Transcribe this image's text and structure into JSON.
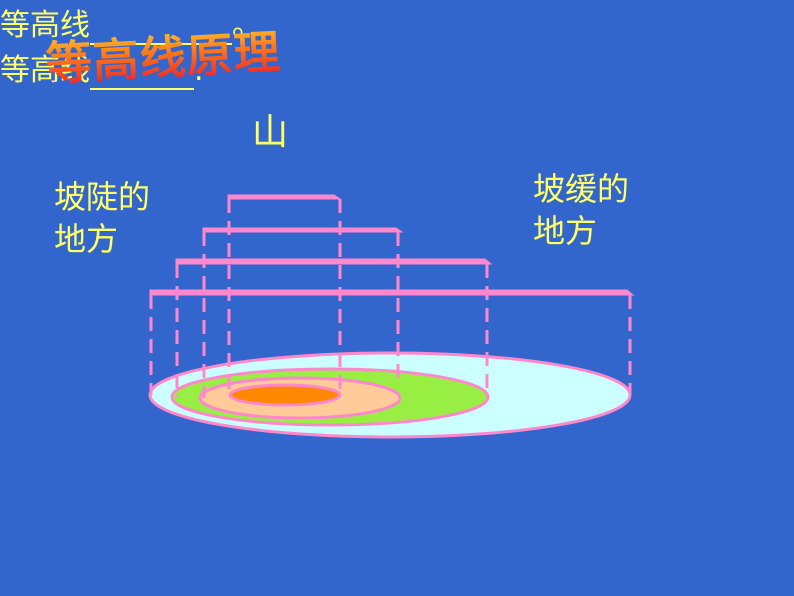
{
  "title": "等高线原理",
  "labels": {
    "mountain": "山",
    "steep_line1": "坡陡的",
    "steep_line2": "地方",
    "gentle_line1": "坡缓的",
    "gentle_line2": "地方"
  },
  "questions": [
    {
      "prefix": "等高线",
      "suffix": "。"
    },
    {
      "prefix": "等高线",
      "suffix": "."
    }
  ],
  "colors": {
    "background": "#3366cc",
    "label_text": "#ffff66",
    "outline": "#ff88cc",
    "layer_outer": "#ccffff",
    "layer_second": "#99ee44",
    "layer_third": "#ffcc99",
    "layer_top": "#ff8800"
  }
}
